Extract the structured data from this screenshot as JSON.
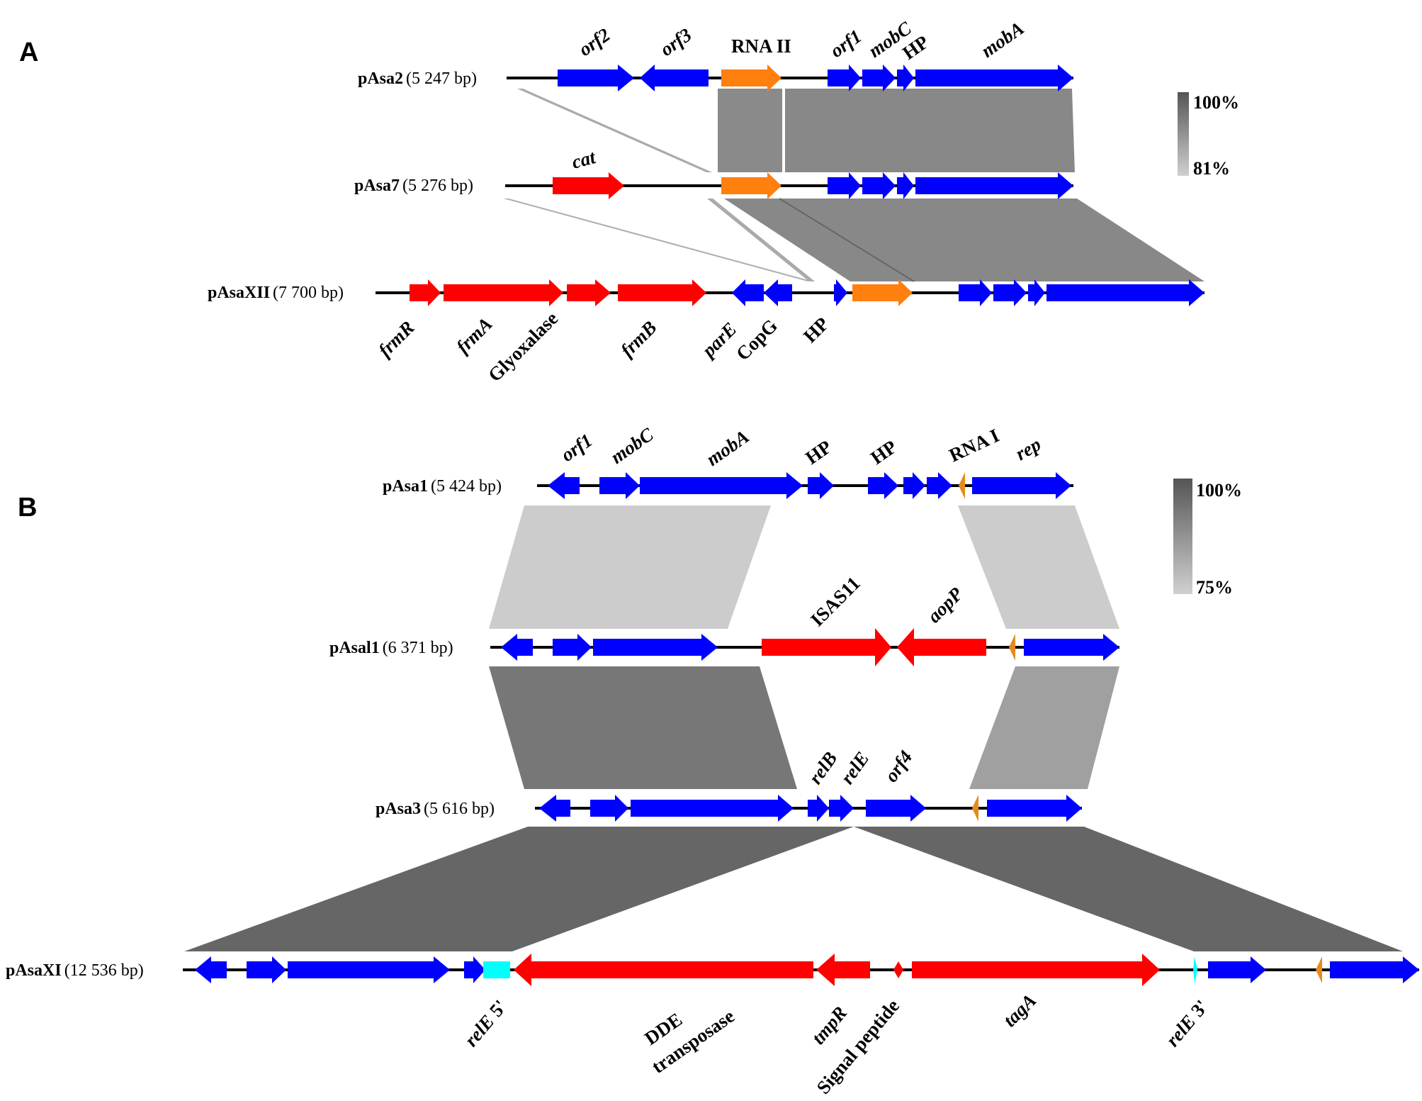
{
  "panels": {
    "a": "A",
    "b": "B"
  },
  "colors": {
    "blue": "#0000ff",
    "red": "#ff0000",
    "orange": "#ff7f0f",
    "cyan": "#00ffff",
    "dark_orange": "#e48a1e"
  },
  "plasmids": {
    "pasa2": {
      "name": "pAsa2",
      "size": "(5 247 bp)"
    },
    "pasa7": {
      "name": "pAsa7",
      "size": "(5 276 bp)"
    },
    "pasaxii": {
      "name": "pAsaXII",
      "size": "(7 700 bp)"
    },
    "pasa1": {
      "name": "pAsa1",
      "size": "(5 424 bp)"
    },
    "pasal1": {
      "name": "pAsal1",
      "size": "(6 371 bp)"
    },
    "pasa3": {
      "name": "pAsa3",
      "size": "(5 616 bp)"
    },
    "pasaxi": {
      "name": "pAsaXI",
      "size": "(12 536 bp)"
    }
  },
  "genes": {
    "a_orf2": "orf2",
    "a_orf3": "orf3",
    "a_rna2": "RNA II",
    "a_orf1": "orf1",
    "a_mobc": "mobC",
    "a_hp": "HP",
    "a_moba": "mobA",
    "a_cat": "cat",
    "a_frmr": "frmR",
    "a_frma": "frmA",
    "a_glyox": "Glyoxalase",
    "a_frmb": "frmB",
    "a_pare": "parE",
    "a_copg": "CopG",
    "a_hp2": "HP",
    "b_orf1": "orf1",
    "b_mobc": "mobC",
    "b_moba": "mobA",
    "b_hp1": "HP",
    "b_hp2": "HP",
    "b_rna1": "RNA I",
    "b_rep": "rep",
    "b_isas11": "ISAS11",
    "b_aopp": "aopP",
    "b_relb": "relB",
    "b_rele": "relE",
    "b_orf4": "orf4",
    "b_rele5": "relE",
    "b_rele5_suffix": " 5'",
    "b_dde1": "DDE",
    "b_dde2": "transposase",
    "b_tmpr": "tmpR",
    "b_signal": "Signal peptide",
    "b_taga": "tagA",
    "b_rele3": "relE",
    "b_rele3_suffix": " 3'"
  },
  "scales": {
    "a": {
      "max": "100%",
      "min": "81%"
    },
    "b": {
      "max": "100%",
      "min": "75%"
    }
  }
}
